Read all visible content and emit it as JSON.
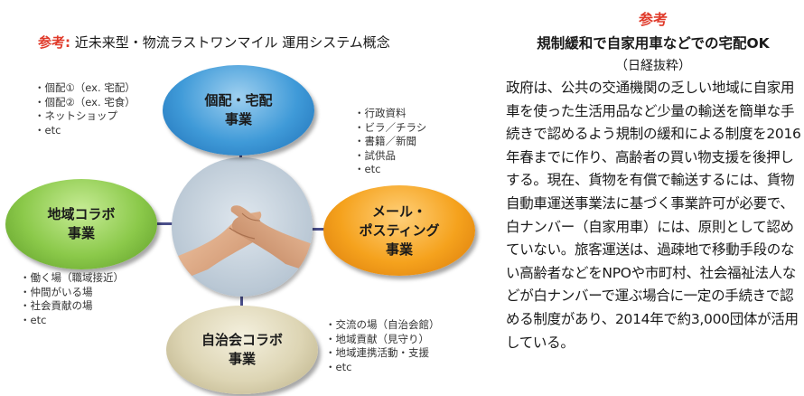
{
  "left_title": {
    "ref_label": "参考",
    "colon": ":",
    "text": " 近未来型・物流ラストワンマイル 運用システム概念"
  },
  "ovals": {
    "top": {
      "line1": "個配・宅配",
      "line2": "事業"
    },
    "left": {
      "line1": "地域コラボ",
      "line2": "事業"
    },
    "right": {
      "line1": "メール・",
      "line2": "ポスティング",
      "line3": "事業"
    },
    "bottom": {
      "line1": "自治会コラボ",
      "line2": "事業"
    }
  },
  "lists": {
    "top_left": [
      "個配①（ex. 宅配）",
      "個配②（ex. 宅食）",
      "ネットショップ",
      "etc"
    ],
    "top_right": [
      "行政資料",
      "ビラ／チラシ",
      "書籍／新聞",
      "試供品",
      "etc"
    ],
    "mid_left": [
      "働く場（職域接近）",
      "仲間がいる場",
      "社会貢献の場",
      "etc"
    ],
    "bottom_right": [
      "交流の場（自治会館）",
      "地域貢献（見守り）",
      "地域連携活動・支援",
      "etc"
    ]
  },
  "right_panel": {
    "ref_label": "参考",
    "title": "規制緩和で自家用車などでの宅配OK",
    "subtitle": "（日経抜粋）",
    "body": "政府は、公共の交通機関の乏しい地域に自家用車を使った生活用品など少量の輸送を簡単な手続きで認めるよう規制の緩和による制度を2016年春までに作り、高齢者の買い物支援を後押しする。現在、貨物を有償で輸送するには、貨物自動車運送事業法に基づく事業許可が必要で、白ナンバー（自家用車）には、原則として認めていない。旅客運送は、過疎地で移動手段のない高齢者などをNPOや市町村、社会福祉法人などが白ナンバーで運ぶ場合に一定の手続きで認める制度があり、2014年で約3,000団体が活用している。"
  }
}
